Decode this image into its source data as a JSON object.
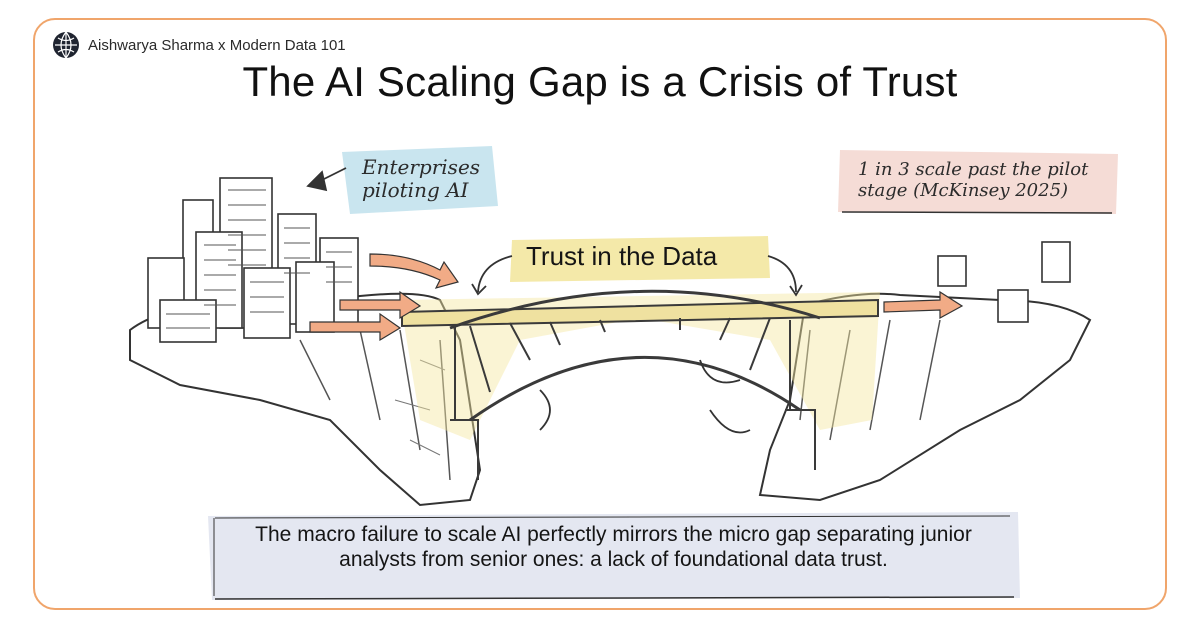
{
  "brand": {
    "byline": "Aishwarya Sharma x Modern Data 101"
  },
  "title": "The AI Scaling Gap is a Crisis of Trust",
  "notes": {
    "left": "Enterprises piloting AI",
    "right": "1 in 3 scale past the pilot stage (McKinsey 2025)"
  },
  "bridge_label": "Trust in the Data",
  "caption": "The macro failure to scale AI perfectly mirrors the micro gap separating junior analysts from senior ones: a lack of foundational data trust.",
  "colors": {
    "border": "#f0a56b",
    "highlight_yellow": "#f3e7a0",
    "highlight_blue": "#bfe0ec",
    "highlight_pink": "#f3d3cc",
    "caption_bg": "#e4e7f1",
    "arrow_orange": "#f1ab86"
  },
  "icons": {
    "brand": "globe-logo-icon"
  }
}
